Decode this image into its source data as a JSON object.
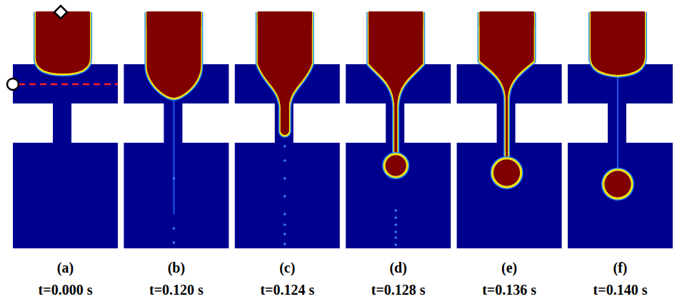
{
  "diagram": {
    "labels": [
      "(a)",
      "t=0.000 s",
      "(b)",
      "t=0.120 s",
      "(c)",
      "t=0.124 s",
      "(d)",
      "t=0.128 s",
      "(e)",
      "t=0.136 s",
      "(f)",
      "t=0.140 s"
    ]
  }
}
